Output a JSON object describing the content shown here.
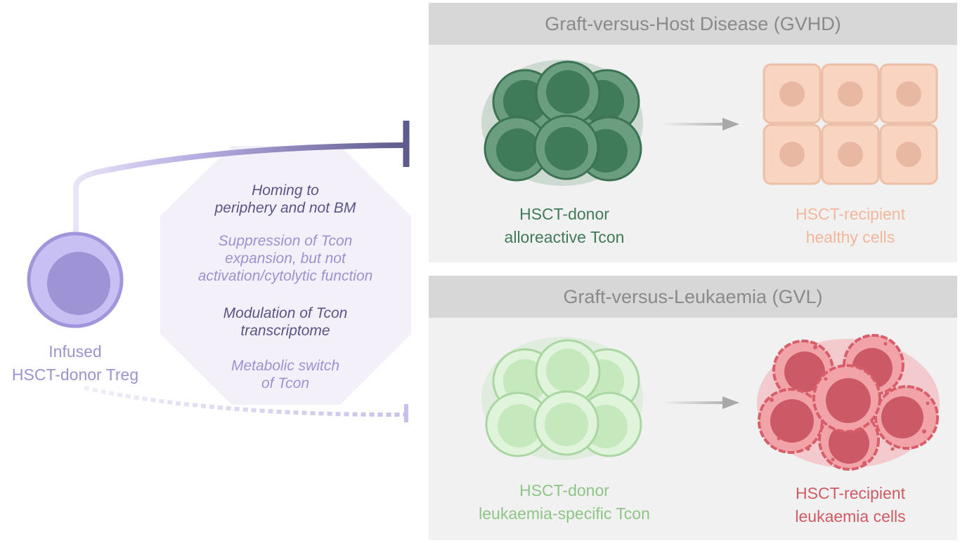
{
  "treg": {
    "label_line1": "Infused",
    "label_line2": "HSCT-donor Treg"
  },
  "mechanisms": [
    {
      "line1": "Homing to",
      "line2": "periphery and not BM",
      "line3": ""
    },
    {
      "line1": "Suppression of Tcon",
      "line2": "expansion, but not",
      "line3": "activation/cytolytic function"
    },
    {
      "line1": "Modulation of Tcon",
      "line2": "transcriptome",
      "line3": ""
    },
    {
      "line1": "Metabolic switch",
      "line2": "of Tcon",
      "line3": ""
    }
  ],
  "gvhd": {
    "title": "Graft-versus-Host Disease (GVHD)",
    "donor_label_line1": "HSCT-donor",
    "donor_label_line2": "alloreactive Tcon",
    "recipient_label_line1": "HSCT-recipient",
    "recipient_label_line2": "healthy cells"
  },
  "gvl": {
    "title": "Graft-versus-Leukaemia (GVL)",
    "donor_label_line1": "HSCT-donor",
    "donor_label_line2": "leukaemia-specific Tcon",
    "recipient_label_line1": "HSCT-recipient",
    "recipient_label_line2": "leukaemia cells"
  },
  "colors": {
    "treg": "#a99ee0",
    "inhibit_line": "#5e5a8c",
    "gvhd_tcon": "#3f7a59",
    "healthy_cells": "#f7c9b1",
    "gvl_tcon": "#bfe3b6",
    "leukaemia": "#e0707a"
  }
}
